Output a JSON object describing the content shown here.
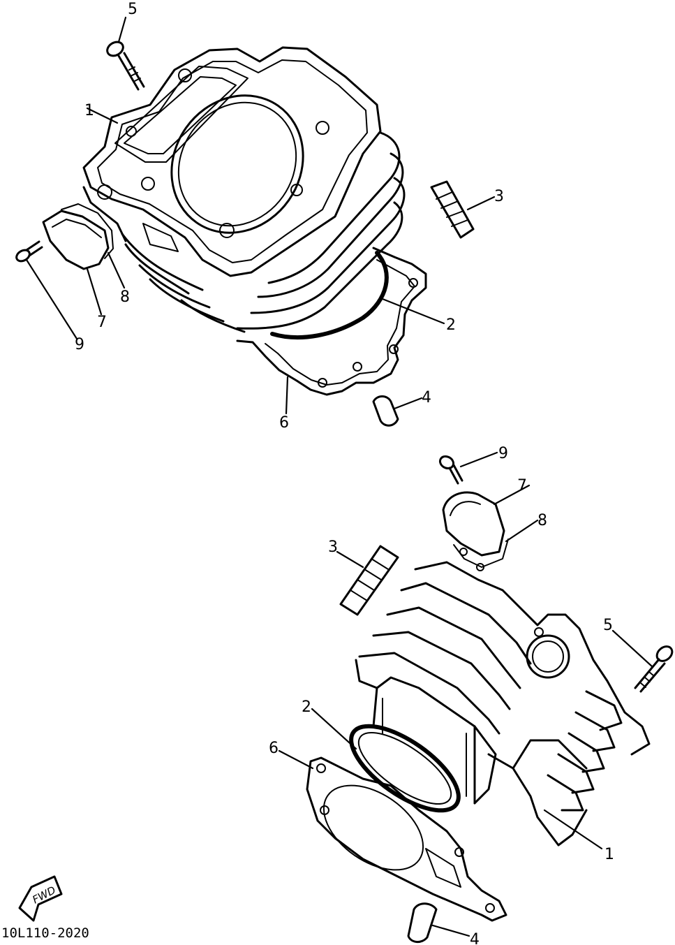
{
  "figure_code": "10L110-2020",
  "fwd_label": "FWD",
  "callouts": {
    "top": {
      "p1": "1",
      "p2": "2",
      "p3": "3",
      "p4": "4",
      "p5": "5",
      "p6": "6",
      "p7": "7",
      "p8": "8",
      "p9": "9"
    },
    "bottom": {
      "p1": "1",
      "p2": "2",
      "p3": "3",
      "p4": "4",
      "p5": "5",
      "p6": "6",
      "p7": "7",
      "p8": "8",
      "p9": "9"
    }
  }
}
